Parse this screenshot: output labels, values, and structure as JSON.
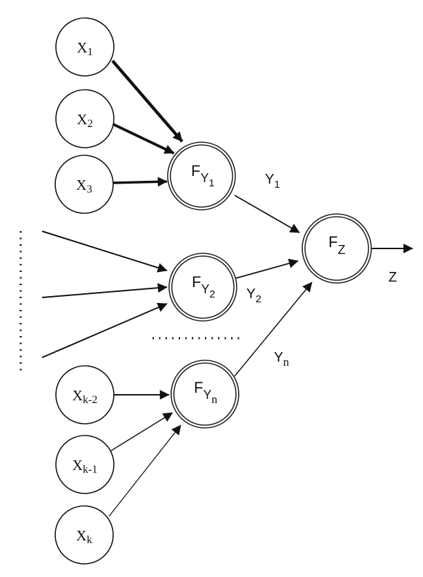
{
  "diagram": {
    "type": "neural-network-fuzzy-hierarchy",
    "inputs": [
      {
        "id": "x1",
        "base": "X",
        "sub": "1"
      },
      {
        "id": "x2",
        "base": "X",
        "sub": "2"
      },
      {
        "id": "x3",
        "base": "X",
        "sub": "3"
      },
      {
        "id": "xk2",
        "base": "X",
        "sub": "k-2"
      },
      {
        "id": "xk1",
        "base": "X",
        "sub": "k-1"
      },
      {
        "id": "xk",
        "base": "X",
        "sub": "k"
      }
    ],
    "hidden": [
      {
        "id": "fy1",
        "base": "F",
        "sub": "Y",
        "subsub": "1"
      },
      {
        "id": "fy2",
        "base": "F",
        "sub": "Y",
        "subsub": "2"
      },
      {
        "id": "fyn",
        "base": "F",
        "sub": "Y",
        "subsub": "n"
      }
    ],
    "output_node": {
      "id": "fz",
      "base": "F",
      "sub": "Z"
    },
    "edge_labels": [
      {
        "id": "y1",
        "base": "Y",
        "sub": "1"
      },
      {
        "id": "y2",
        "base": "Y",
        "sub": "2"
      },
      {
        "id": "yn",
        "base": "Y",
        "sub": "n"
      }
    ],
    "output_label": "Z",
    "edges": [
      {
        "from": "x1",
        "to": "fy1"
      },
      {
        "from": "x2",
        "to": "fy1"
      },
      {
        "from": "x3",
        "to": "fy1"
      },
      {
        "from": "ellipsis-input-1",
        "to": "fy2"
      },
      {
        "from": "ellipsis-input-2",
        "to": "fy2"
      },
      {
        "from": "ellipsis-input-3",
        "to": "fy2"
      },
      {
        "from": "xk2",
        "to": "fyn"
      },
      {
        "from": "xk1",
        "to": "fyn"
      },
      {
        "from": "xk",
        "to": "fyn"
      },
      {
        "from": "fy1",
        "to": "fz"
      },
      {
        "from": "fy2",
        "to": "fz"
      },
      {
        "from": "fyn",
        "to": "fz"
      },
      {
        "from": "fz",
        "to": "output"
      }
    ]
  }
}
